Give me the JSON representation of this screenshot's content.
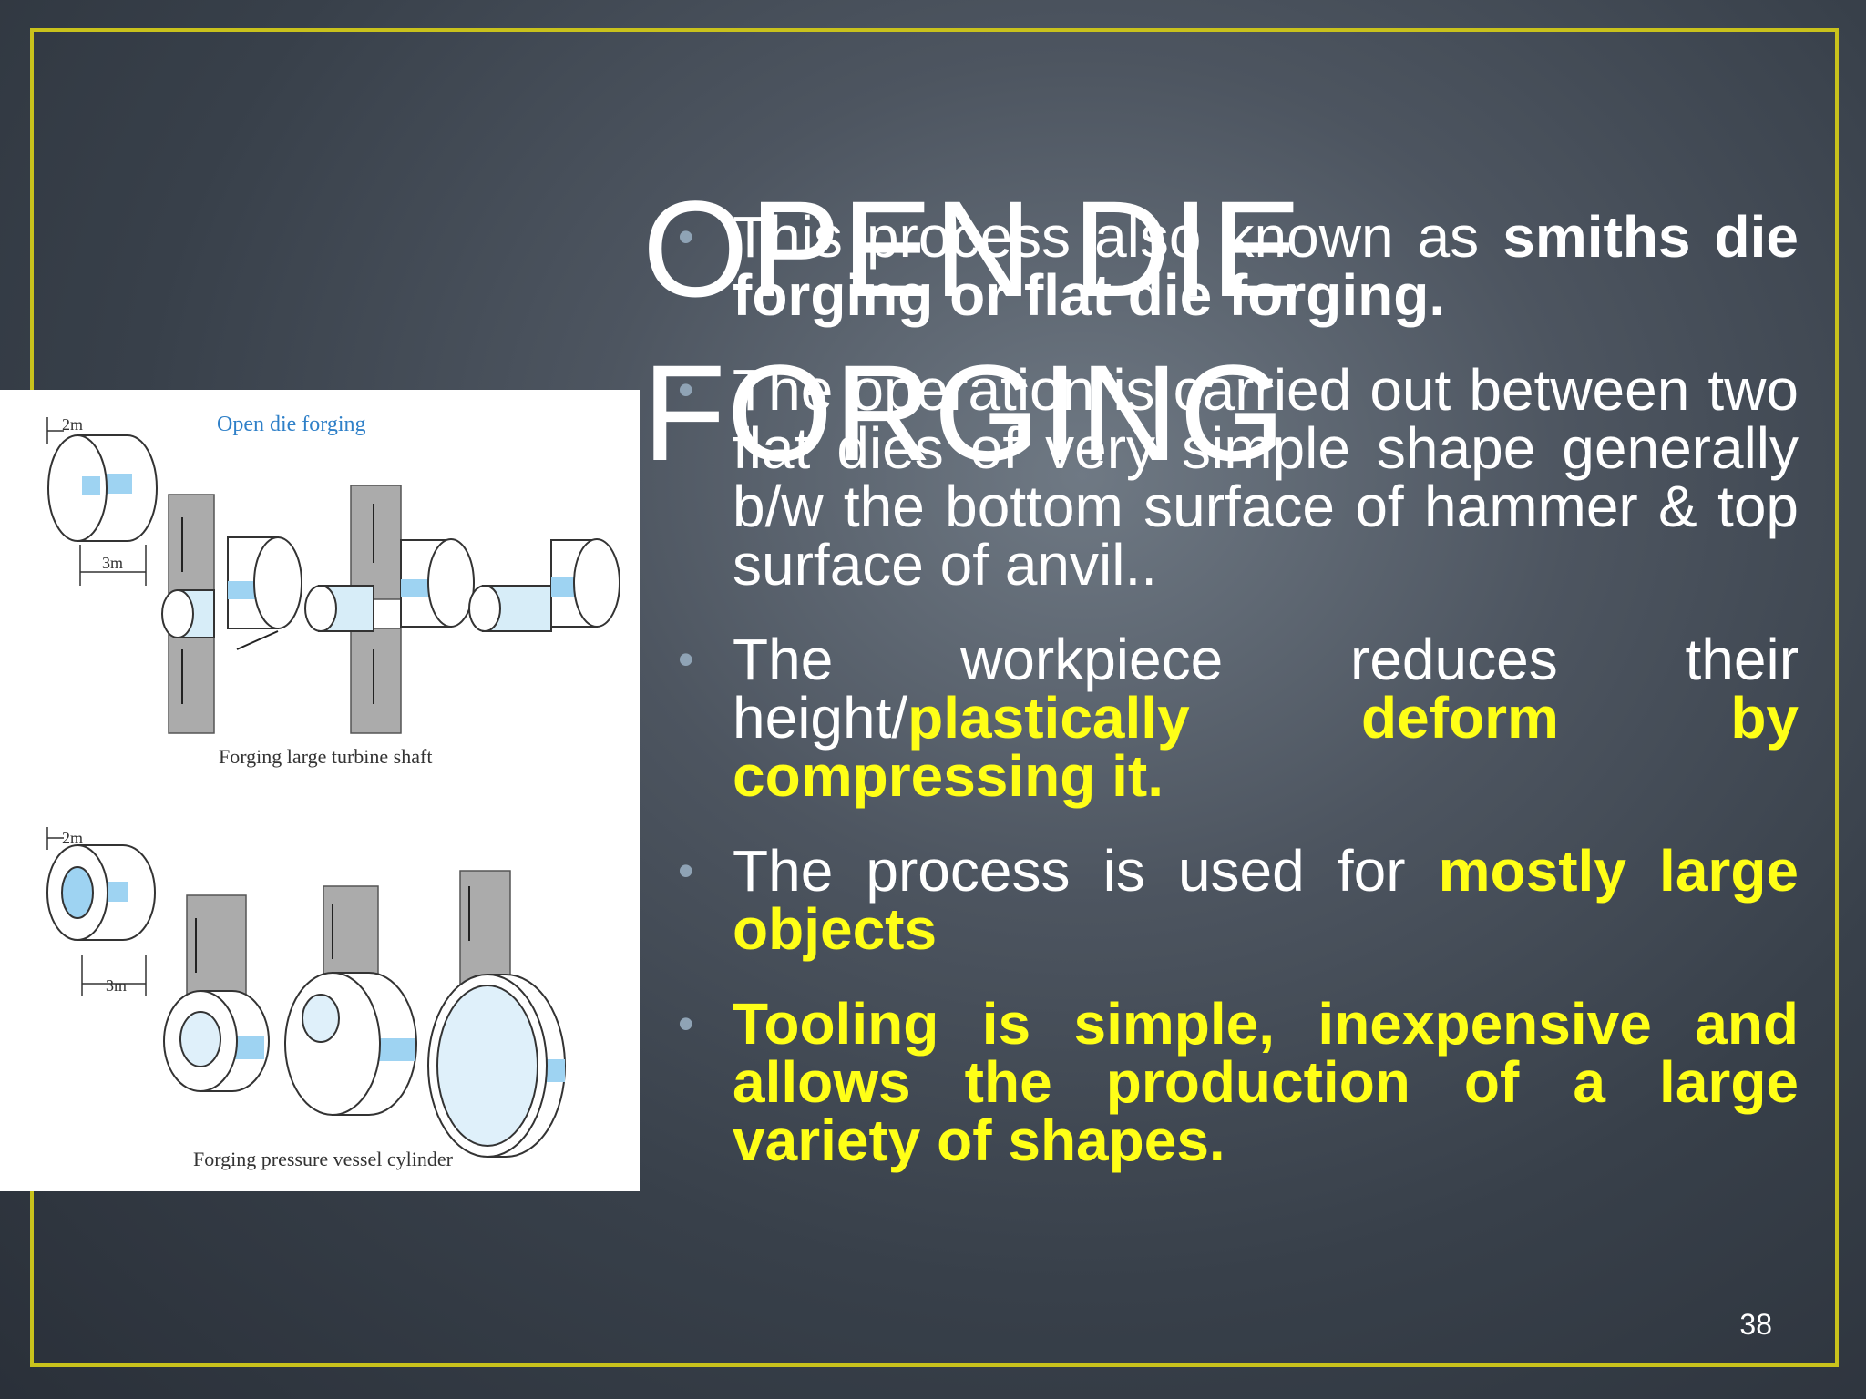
{
  "slide": {
    "title_line1": "OPEN DIE",
    "title_line2": "FORGING",
    "page_number": "38"
  },
  "bullets": [
    {
      "pre": "This process also known as ",
      "bold": "smiths die forging or flat die forging."
    },
    {
      "text": "The operation is carried out between two flat dies  of very simple shape generally b/w the bottom surface of hammer & top surface of anvil.."
    },
    {
      "pre": "The workpiece reduces their height/",
      "highlight": "plastically deform by compressing it."
    },
    {
      "pre": "The process is used for ",
      "highlight": "mostly large objects"
    },
    {
      "highlight": "Tooling is simple, inexpensive and allows the production of a large variety of shapes."
    }
  ],
  "figure": {
    "heading": "Open die forging",
    "caption_top": "Forging large turbine shaft",
    "caption_bottom": "Forging pressure vessel cylinder",
    "dim_2m_top": "2m",
    "dim_3m_top": "3m",
    "dim_2m_bottom": "2m",
    "dim_3m_bottom": "3m"
  },
  "colors": {
    "frame": "#c9c21c",
    "highlight": "#ffff17",
    "figure_blue": "#9ed3f2",
    "figure_gray": "#a9a9a9"
  }
}
